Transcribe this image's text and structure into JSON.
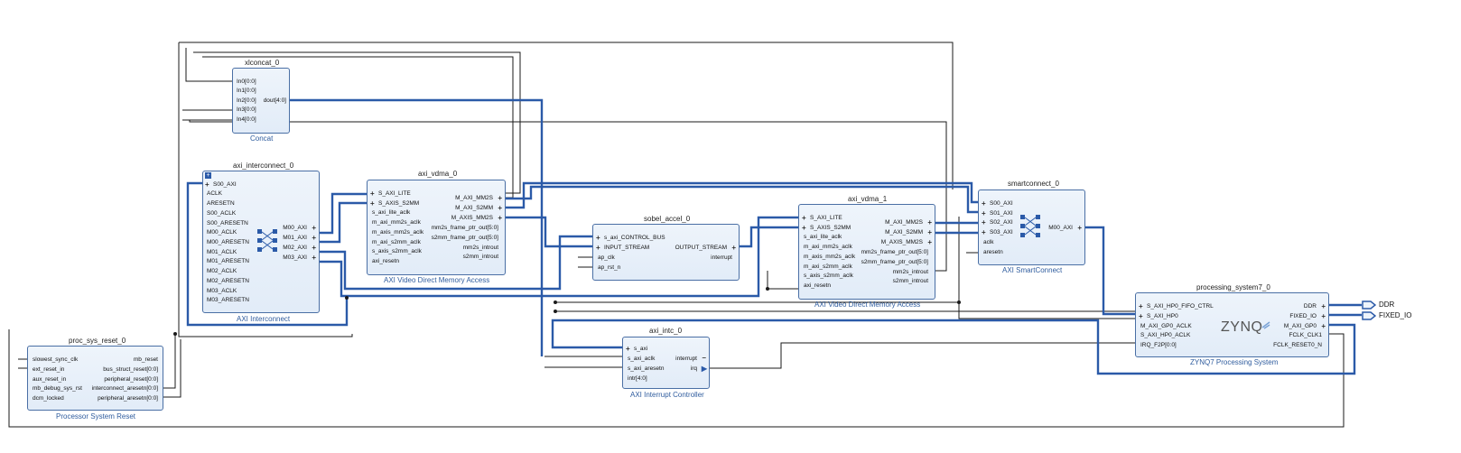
{
  "blocks": {
    "xlconcat": {
      "title": "xlconcat_0",
      "subtitle": "Concat",
      "in": [
        "In0[0:0]",
        "In1[0:0]",
        "In2[0:0]",
        "In3[0:0]",
        "In4[0:0]"
      ],
      "out": [
        "dout[4:0]"
      ]
    },
    "interconnect": {
      "title": "axi_interconnect_0",
      "subtitle": "AXI Interconnect",
      "in": [
        "S00_AXI",
        "ACLK",
        "ARESETN",
        "S00_ACLK",
        "S00_ARESETN",
        "M00_ACLK",
        "M00_ARESETN",
        "M01_ACLK",
        "M01_ARESETN",
        "M02_ACLK",
        "M02_ARESETN",
        "M03_ACLK",
        "M03_ARESETN"
      ],
      "out": [
        "M00_AXI",
        "M01_AXI",
        "M02_AXI",
        "M03_AXI"
      ]
    },
    "vdma0": {
      "title": "axi_vdma_0",
      "subtitle": "AXI Video Direct Memory Access",
      "in": [
        "S_AXI_LITE",
        "S_AXIS_S2MM",
        "s_axi_lite_aclk",
        "m_axi_mm2s_aclk",
        "m_axis_mm2s_aclk",
        "m_axi_s2mm_aclk",
        "s_axis_s2mm_aclk",
        "axi_resetn"
      ],
      "out": [
        "M_AXI_MM2S",
        "M_AXI_S2MM",
        "M_AXIS_MM2S",
        "mm2s_frame_ptr_out[5:0]",
        "s2mm_frame_ptr_out[5:0]",
        "mm2s_introut",
        "s2mm_introut"
      ]
    },
    "sobel": {
      "title": "sobel_accel_0",
      "in": [
        "s_axi_CONTROL_BUS",
        "INPUT_STREAM",
        "ap_clk",
        "ap_rst_n"
      ],
      "out": [
        "OUTPUT_STREAM",
        "interrupt"
      ]
    },
    "vdma1": {
      "title": "axi_vdma_1",
      "subtitle": "AXI Video Direct Memory Access",
      "in": [
        "S_AXI_LITE",
        "S_AXIS_S2MM",
        "s_axi_lite_aclk",
        "m_axi_mm2s_aclk",
        "m_axis_mm2s_aclk",
        "m_axi_s2mm_aclk",
        "s_axis_s2mm_aclk",
        "axi_resetn"
      ],
      "out": [
        "M_AXI_MM2S",
        "M_AXI_S2MM",
        "M_AXIS_MM2S",
        "mm2s_frame_ptr_out[5:0]",
        "s2mm_frame_ptr_out[5:0]",
        "mm2s_introut",
        "s2mm_introut"
      ]
    },
    "smartconnect": {
      "title": "smartconnect_0",
      "subtitle": "AXI SmartConnect",
      "in": [
        "S00_AXI",
        "S01_AXI",
        "S02_AXI",
        "S03_AXI",
        "aclk",
        "aresetn"
      ],
      "out": [
        "M00_AXI"
      ]
    },
    "ps7": {
      "title": "processing_system7_0",
      "subtitle": "ZYNQ7 Processing System",
      "logo": "ZYNQ",
      "in": [
        "S_AXI_HP0_FIFO_CTRL",
        "S_AXI_HP0",
        "M_AXI_GP0_ACLK",
        "S_AXI_HP0_ACLK",
        "IRQ_F2P[0:0]"
      ],
      "out": [
        "DDR",
        "FIXED_IO",
        "M_AXI_GP0",
        "FCLK_CLK1",
        "FCLK_RESET0_N"
      ]
    },
    "intc": {
      "title": "axi_intc_0",
      "subtitle": "AXI Interrupt Controller",
      "in": [
        "s_axi",
        "s_axi_aclk",
        "s_axi_aresetn",
        "intr[4:0]"
      ],
      "out": [
        "interrupt",
        "irq"
      ]
    },
    "reset": {
      "title": "proc_sys_reset_0",
      "subtitle": "Processor System Reset",
      "in": [
        "slowest_sync_clk",
        "ext_reset_in",
        "aux_reset_in",
        "mb_debug_sys_rst",
        "dcm_locked"
      ],
      "out": [
        "mb_reset",
        "bus_struct_reset[0:0]",
        "peripheral_reset[0:0]",
        "interconnect_aresetn[0:0]",
        "peripheral_aresetn[0:0]"
      ]
    }
  },
  "external_ports": [
    "DDR",
    "FIXED_IO"
  ],
  "colors": {
    "block_border": "#4a6fa5",
    "bus_wire": "#2b5aa8",
    "net_wire": "#1a1a1a",
    "subtitle": "#2f5c9e"
  }
}
